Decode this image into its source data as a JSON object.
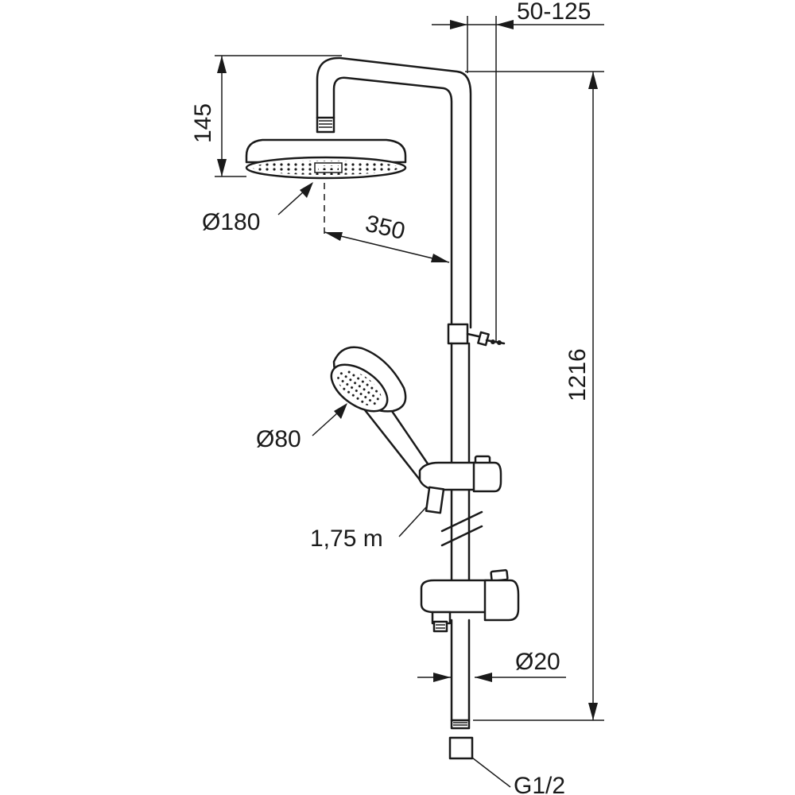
{
  "dimensions": {
    "rail_offset": "50-125",
    "head_height": "145",
    "head_diameter": "Ø180",
    "arm_reach": "350",
    "total_height": "1216",
    "hand_shower_diameter": "Ø80",
    "hose_length": "1,75 m",
    "rail_diameter": "Ø20",
    "connection_thread": "G1/2"
  }
}
